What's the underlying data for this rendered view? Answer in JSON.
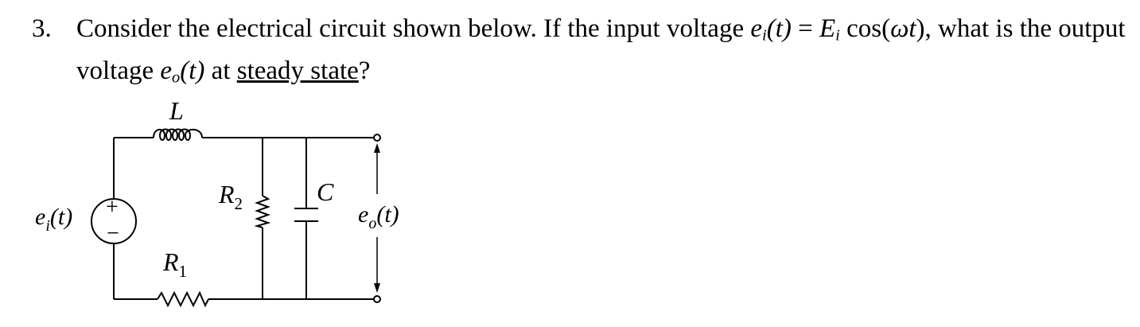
{
  "question": {
    "number": "3.",
    "part1": "Consider the electrical circuit shown below. If the input voltage ",
    "ei_base": "e",
    "ei_sub": "i",
    "ei_arg": "(t)",
    "equals": " = ",
    "Ei_base": "E",
    "Ei_sub": "i",
    "cos": " cos(",
    "omega": "ωt",
    "part2": "), what is the output voltage ",
    "eo_base": "e",
    "eo_sub": "o",
    "eo_arg": "(t)",
    "part3": " at ",
    "underlined": "steady state",
    "end": "?"
  },
  "circuit": {
    "L": "L",
    "R1": "R",
    "R1_sub": "1",
    "R2": "R",
    "R2_sub": "2",
    "C": "C",
    "source_plus": "+",
    "source_minus": "−",
    "ei_label_base": "e",
    "ei_label_sub": "i",
    "ei_label_arg": "(t)",
    "eo_label_base": "e",
    "eo_label_sub": "o",
    "eo_label_arg": "(t)"
  }
}
